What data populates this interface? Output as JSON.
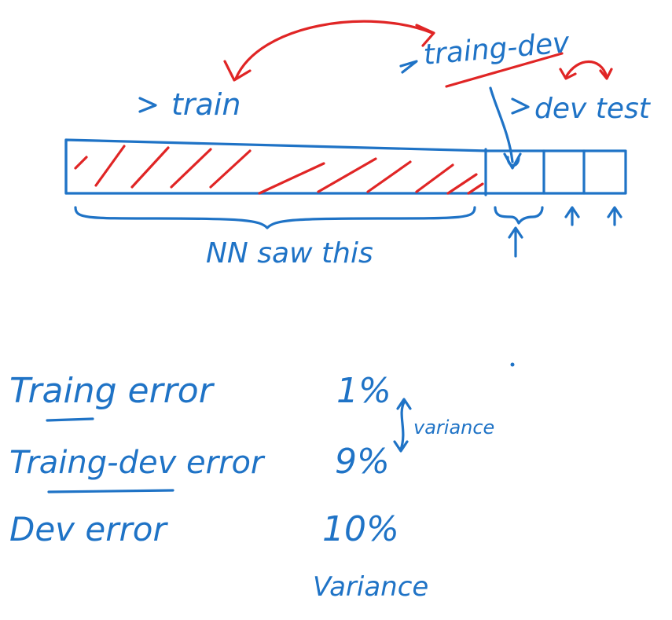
{
  "labels": {
    "train": "train",
    "train_dev": "traing-dev",
    "dev_test": "dev test",
    "nn_saw_this": "NN saw this",
    "variance_side": "variance",
    "variance_bottom": "Variance"
  },
  "errors": [
    {
      "name": "Traing error",
      "value": "1%"
    },
    {
      "name": "Traing-dev error",
      "value": "9%"
    },
    {
      "name": "Dev error",
      "value": "10%"
    }
  ],
  "colors": {
    "ink_blue": "#1f73c6",
    "ink_red": "#e02525",
    "background": "#ffffff"
  }
}
